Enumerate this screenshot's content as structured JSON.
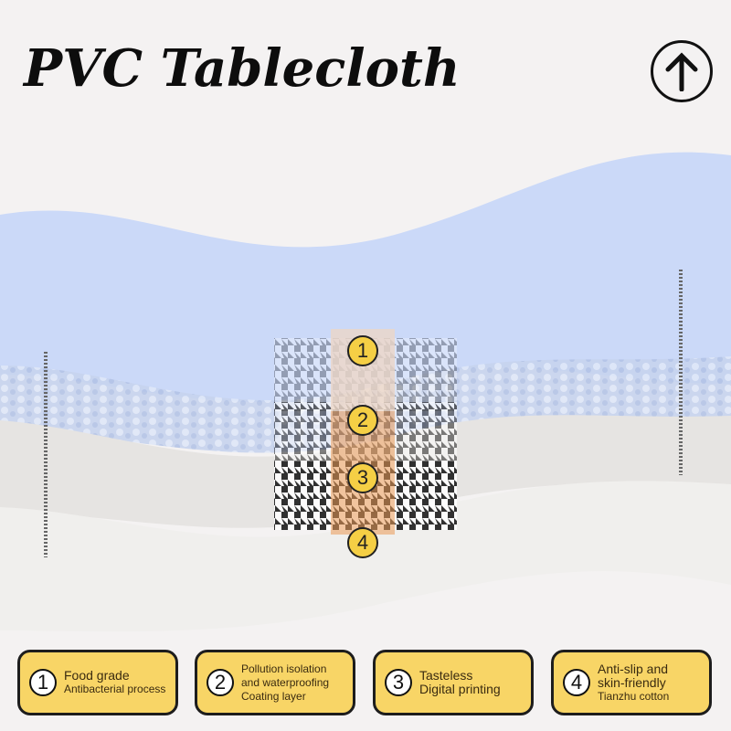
{
  "title": "PVC Tablecloth",
  "up_icon": "arrow-up-icon",
  "markers": [
    "1",
    "2",
    "3",
    "4"
  ],
  "legend": [
    {
      "num": "1",
      "lines": [
        "Food grade",
        "Antibacterial process"
      ]
    },
    {
      "num": "2",
      "lines": [
        "Pollution isolation",
        "and waterproofing",
        "Coating layer"
      ]
    },
    {
      "num": "3",
      "lines": [
        "Tasteless",
        "Digital printing"
      ]
    },
    {
      "num": "4",
      "lines": [
        "Anti-slip and",
        "skin-friendly",
        "Tianzhu cotton"
      ]
    }
  ],
  "colors": {
    "accent": "#f5cf45",
    "layer_blue": "#c9d7f7",
    "orange": "#e98a3a"
  }
}
